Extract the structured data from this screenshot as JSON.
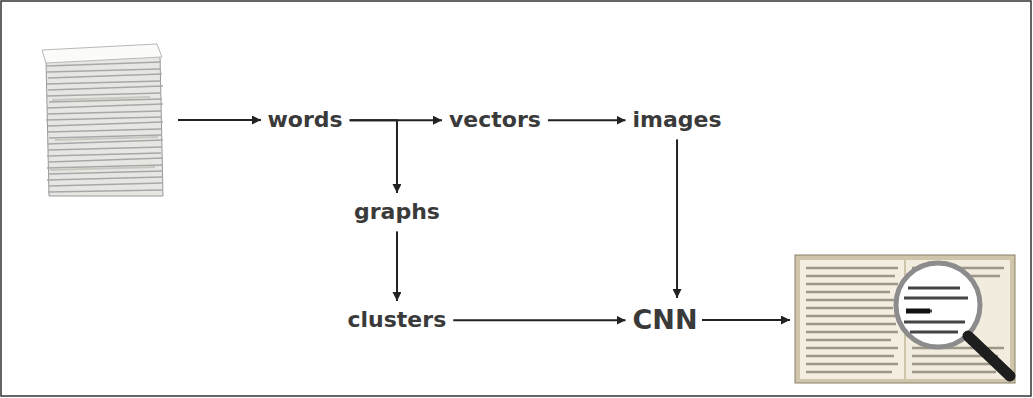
{
  "diagram": {
    "nodes": [
      {
        "text": [
          "words"
        ]
      },
      {
        "text": [
          "vectors"
        ]
      },
      {
        "text": [
          "images"
        ]
      },
      {
        "text": [
          "graphs"
        ]
      },
      {
        "text": [
          "clusters"
        ]
      },
      {
        "text": [
          "CNN"
        ]
      }
    ],
    "edges": [
      {
        "from": 0,
        "to": 1,
        "arrow": "to"
      },
      {
        "from": 1,
        "to": 2,
        "arrow": "to"
      },
      {
        "from": 0,
        "to": 3,
        "arrow": "to"
      },
      {
        "from": 3,
        "to": 4,
        "arrow": "to"
      },
      {
        "from": 4,
        "to": 5,
        "arrow": "to"
      },
      {
        "from": 2,
        "to": 5,
        "arrow": "to"
      }
    ]
  }
}
